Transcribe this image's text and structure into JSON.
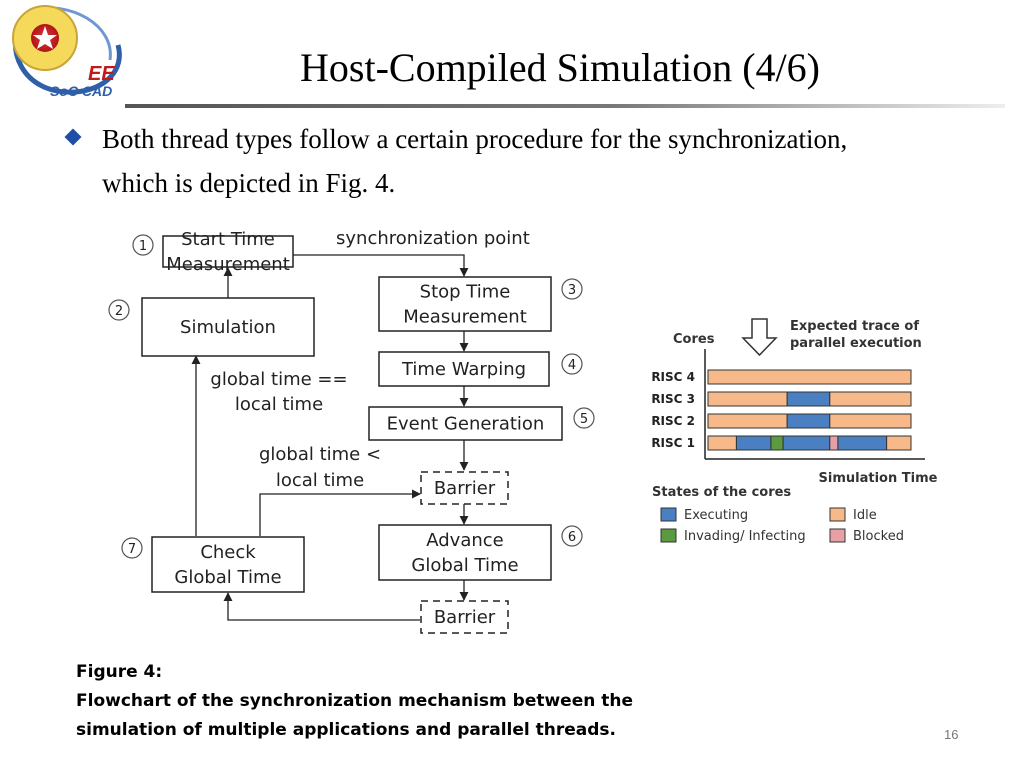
{
  "logo": {
    "text": "EE",
    "subtext": "SoC CAD"
  },
  "slide": {
    "title": "Host-Compiled Simulation (4/6)",
    "bullet": "Both thread types follow a certain procedure for the synchronization, which is depicted in Fig. 4."
  },
  "flowchart": {
    "steps": [
      {
        "num": "1",
        "lines": [
          "Start Time",
          "Measurement"
        ]
      },
      {
        "num": "2",
        "lines": [
          "Simulation"
        ]
      },
      {
        "num": "3",
        "lines": [
          "Stop Time",
          "Measurement"
        ]
      },
      {
        "num": "4",
        "lines": [
          "Time Warping"
        ]
      },
      {
        "num": "5",
        "lines": [
          "Event Generation"
        ]
      },
      {
        "num": "6",
        "lines": [
          "Advance",
          "Global Time"
        ]
      },
      {
        "num": "7",
        "lines": [
          "Check",
          "Global Time"
        ]
      }
    ],
    "barrier_label": "Barrier",
    "sync_label": "synchronization point",
    "cond_equal": [
      "global time ==",
      "local time"
    ],
    "cond_less": [
      "global time <",
      "local time"
    ]
  },
  "trace_chart": {
    "y_axis_label": "Cores",
    "x_axis_label": "Simulation Time",
    "title_lines": [
      "Expected trace of",
      "parallel execution"
    ],
    "rows": [
      {
        "label": "RISC 4",
        "segments": [
          {
            "state": "idle",
            "from": 0,
            "to": 1
          }
        ]
      },
      {
        "label": "RISC 3",
        "segments": [
          {
            "state": "idle",
            "from": 0,
            "to": 0.39
          },
          {
            "state": "executing",
            "from": 0.39,
            "to": 0.6
          },
          {
            "state": "idle",
            "from": 0.6,
            "to": 1
          }
        ]
      },
      {
        "label": "RISC 2",
        "segments": [
          {
            "state": "idle",
            "from": 0,
            "to": 0.39
          },
          {
            "state": "executing",
            "from": 0.39,
            "to": 0.6
          },
          {
            "state": "idle",
            "from": 0.6,
            "to": 1
          }
        ]
      },
      {
        "label": "RISC 1",
        "segments": [
          {
            "state": "idle",
            "from": 0,
            "to": 0.14
          },
          {
            "state": "executing",
            "from": 0.14,
            "to": 0.31
          },
          {
            "state": "invading",
            "from": 0.31,
            "to": 0.37
          },
          {
            "state": "executing",
            "from": 0.37,
            "to": 0.6
          },
          {
            "state": "blocked",
            "from": 0.6,
            "to": 0.64
          },
          {
            "state": "executing",
            "from": 0.64,
            "to": 0.88
          },
          {
            "state": "idle",
            "from": 0.88,
            "to": 1
          }
        ]
      }
    ],
    "legend_title": "States of the cores",
    "legend": [
      {
        "state": "executing",
        "label": "Executing"
      },
      {
        "state": "idle",
        "label": "Idle"
      },
      {
        "state": "invading",
        "label": "Invading/ Infecting"
      },
      {
        "state": "blocked",
        "label": "Blocked"
      }
    ],
    "colors": {
      "executing": "#4a7fc1",
      "idle": "#f7b98a",
      "invading": "#5b9a3e",
      "blocked": "#e7a0a6"
    }
  },
  "caption": {
    "label": "Figure 4:",
    "lines": [
      "Flowchart of the synchronization mechanism between the",
      "simulation of multiple applications and parallel threads."
    ]
  },
  "page_number": "16",
  "colors": {
    "bullet": "#1f4ea8",
    "logo_blue": "#2f5fa8",
    "logo_red": "#c01a1a"
  }
}
